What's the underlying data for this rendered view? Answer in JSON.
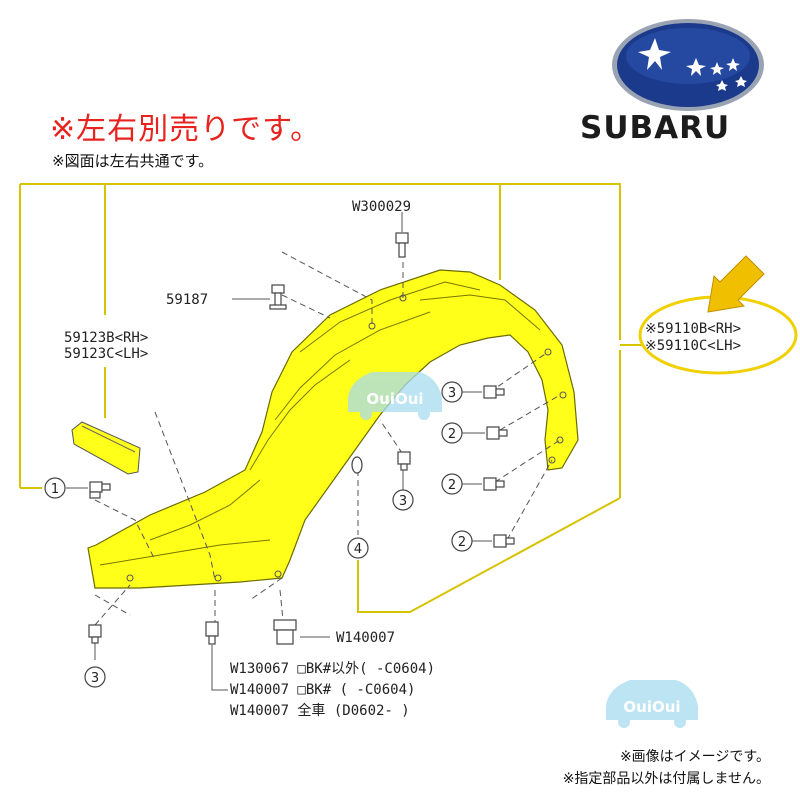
{
  "notice": {
    "main": "※左右別売りです。",
    "sub": "※図面は左右共通です。"
  },
  "brand": {
    "wordmark": "SUBARU",
    "emblem_icon": "subaru-pleiades-emblem",
    "emblem_color": "#1b3a8c"
  },
  "diagram": {
    "highlight_color": "#ffff00",
    "callout_color": "#f0c000",
    "labels": {
      "w300029": "W300029",
      "p59187": "59187",
      "p59123b": "59123B<RH>",
      "p59123c": "59123C<LH>",
      "p59110b": "※59110B<RH>",
      "p59110c": "※59110C<LH>",
      "w140007_bolt": "W140007",
      "w130067_row": "W130067 □BK#以外(   -C0604)",
      "w140007_row1": "W140007 □BK#    (   -C0604)",
      "w140007_row2": "W140007 全車    (D0602-   )"
    },
    "ref_numbers": [
      "1",
      "2",
      "3",
      "4"
    ]
  },
  "watermark": {
    "text": "OuiOui",
    "color": "#8fd3e8"
  },
  "footer": {
    "line1": "※画像はイメージです。",
    "line2": "※指定部品以外は付属しません。"
  }
}
